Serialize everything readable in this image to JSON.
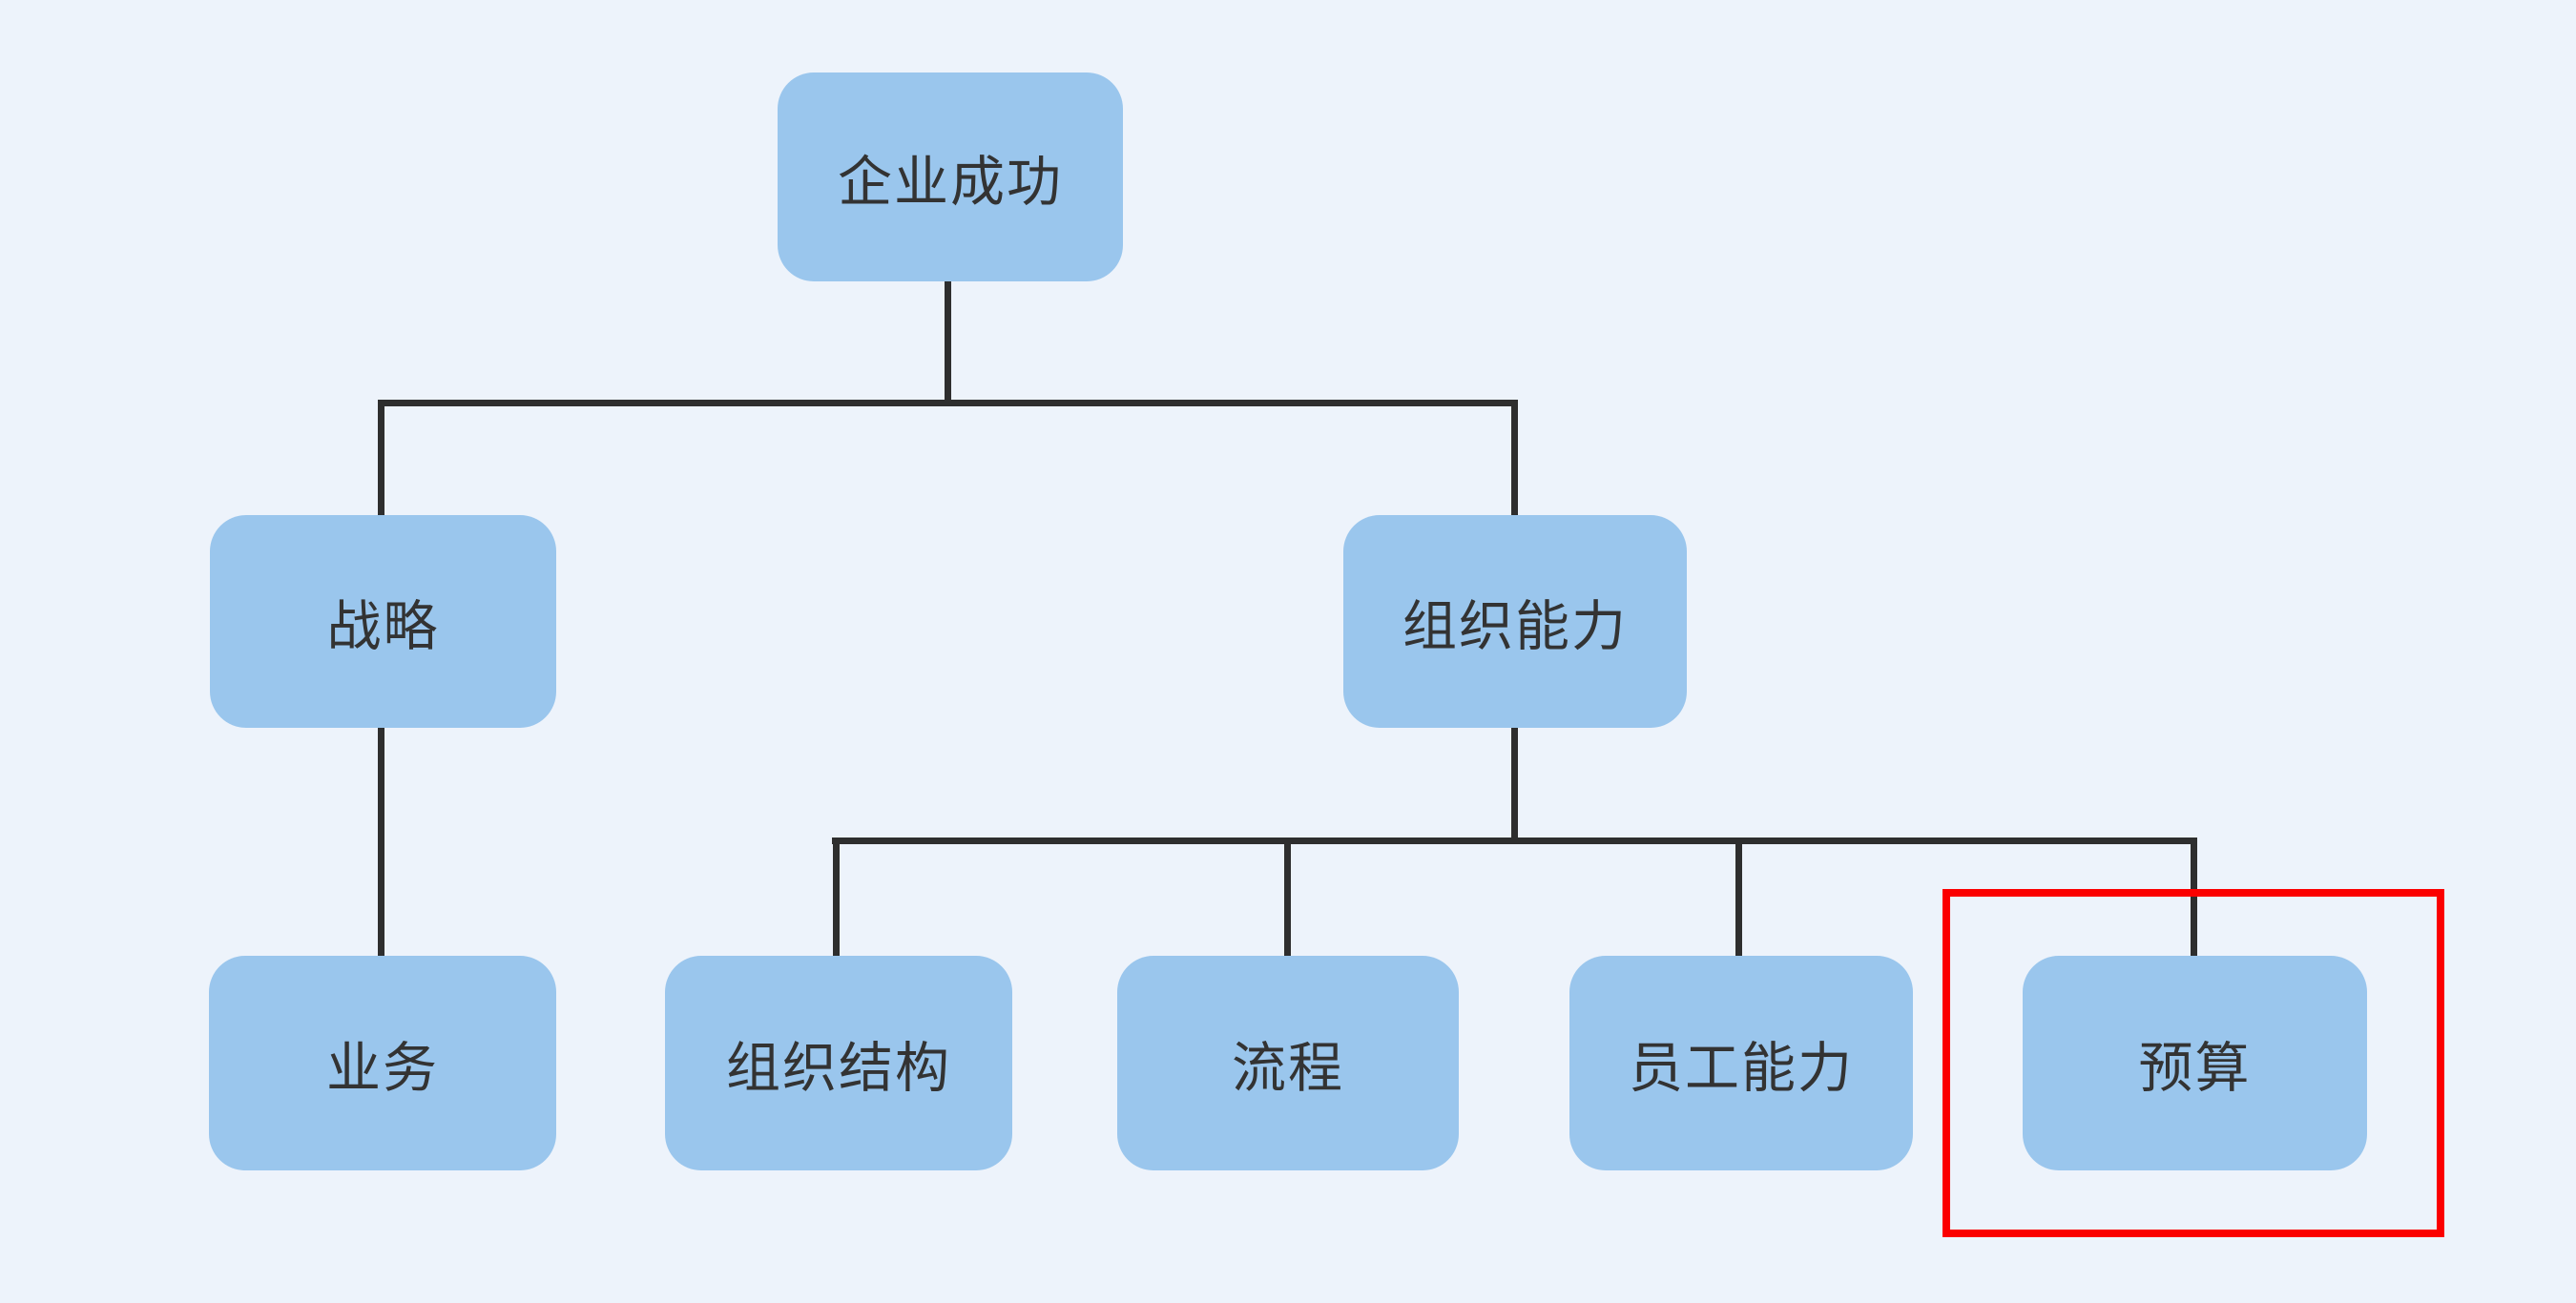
{
  "diagram": {
    "background_color": "#edf3fb",
    "node_fill_color": "#9ac6ed",
    "node_text_color": "#333333",
    "connector_color": "#2e2e2e",
    "highlight_color": "#fb0000",
    "nodes": [
      {
        "id": "enterprise-success",
        "label": "企业成功",
        "level": 1,
        "parent": null,
        "highlighted": false
      },
      {
        "id": "strategy",
        "label": "战略",
        "level": 2,
        "parent": "enterprise-success",
        "highlighted": false
      },
      {
        "id": "org-capability",
        "label": "组织能力",
        "level": 2,
        "parent": "enterprise-success",
        "highlighted": false
      },
      {
        "id": "business",
        "label": "业务",
        "level": 3,
        "parent": "strategy",
        "highlighted": false
      },
      {
        "id": "org-structure",
        "label": "组织结构",
        "level": 3,
        "parent": "org-capability",
        "highlighted": false
      },
      {
        "id": "process",
        "label": "流程",
        "level": 3,
        "parent": "org-capability",
        "highlighted": false
      },
      {
        "id": "employee-capability",
        "label": "员工能力",
        "level": 3,
        "parent": "org-capability",
        "highlighted": false
      },
      {
        "id": "budget",
        "label": "预算",
        "level": 3,
        "parent": "org-capability",
        "highlighted": true
      }
    ],
    "edges": [
      {
        "from": "enterprise-success",
        "to": "strategy"
      },
      {
        "from": "enterprise-success",
        "to": "org-capability"
      },
      {
        "from": "strategy",
        "to": "business"
      },
      {
        "from": "org-capability",
        "to": "org-structure"
      },
      {
        "from": "org-capability",
        "to": "process"
      },
      {
        "from": "org-capability",
        "to": "employee-capability"
      },
      {
        "from": "org-capability",
        "to": "budget"
      }
    ]
  }
}
